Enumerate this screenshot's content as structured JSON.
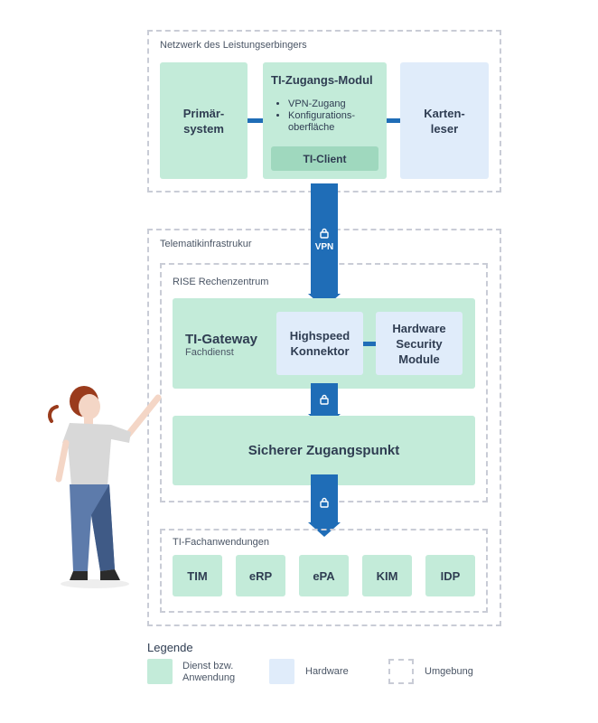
{
  "network": {
    "label": "Netzwerk des Leistungserbingers",
    "primary_system": "Primär-\nsystem",
    "ti_module": {
      "title": "TI-Zugangs-Modul",
      "bullets": [
        "VPN-Zugang",
        "Konfigurations-\noberfläche"
      ],
      "client": "TI-Client"
    },
    "card_reader": "Karten-\nleser"
  },
  "vpn_label": "VPN",
  "telematik": {
    "label": "Telematikinfrastrukur",
    "rise": {
      "label": "RISE Rechenzentrum",
      "gateway_title": "TI-Gateway",
      "gateway_subtitle": "Fachdienst",
      "konnektor": "Highspeed\nKonnektor",
      "hsm": "Hardware\nSecurity\nModule",
      "access_point": "Sicherer Zugangspunkt"
    },
    "apps": {
      "label": "TI-Fachanwendungen",
      "items": [
        "TIM",
        "eRP",
        "ePA",
        "KIM",
        "IDP"
      ]
    }
  },
  "legend": {
    "title": "Legende",
    "service": "Dienst bzw.\nAnwendung",
    "hardware": "Hardware",
    "environment": "Umgebung"
  },
  "colors": {
    "service": "#c3ebd9",
    "service_dark": "#9fd8be",
    "hardware": "#e0ecfa",
    "arrow": "#1f6db7",
    "dashed_border": "#c9ccd6"
  }
}
